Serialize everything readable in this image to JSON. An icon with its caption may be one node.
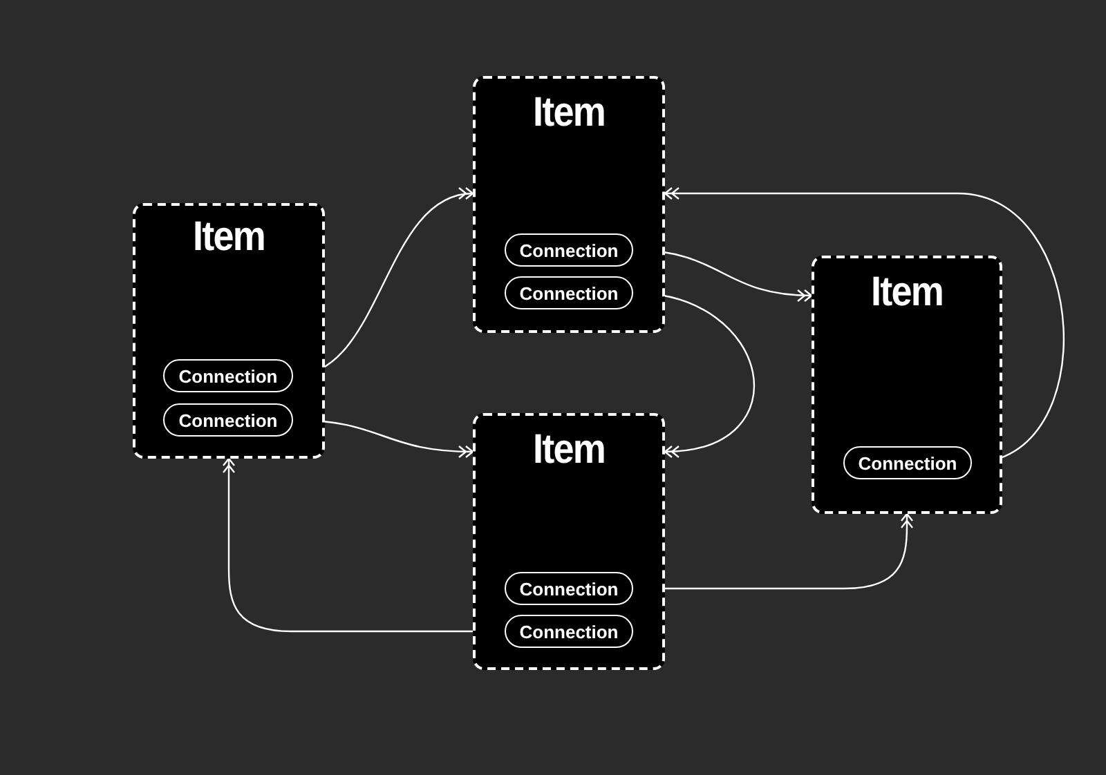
{
  "diagram": {
    "nodes": [
      {
        "text": [
          "Item"
        ]
      },
      {
        "text": [
          "Connection"
        ],
        "in": 0
      },
      {
        "text": [
          "Connection"
        ],
        "in": 0
      },
      {
        "text": [
          "Item"
        ]
      },
      {
        "text": [
          "Connection"
        ],
        "in": 3
      },
      {
        "text": [
          "Connection"
        ],
        "in": 3
      },
      {
        "text": [
          "Item"
        ]
      },
      {
        "text": [
          "Connection"
        ],
        "in": 6
      },
      {
        "text": [
          "Item"
        ]
      },
      {
        "text": [
          "Connection"
        ],
        "in": 8
      },
      {
        "text": [
          "Connection"
        ],
        "in": 8
      }
    ],
    "edges": [
      {
        "from": 4,
        "to": 0,
        "arrow": "to"
      },
      {
        "from": 5,
        "to": 8,
        "arrow": "to"
      },
      {
        "from": 1,
        "to": 6,
        "arrow": "to"
      },
      {
        "from": 2,
        "to": 8,
        "arrow": "to"
      },
      {
        "from": 7,
        "to": 0,
        "arrow": "to"
      },
      {
        "from": 9,
        "to": 6,
        "arrow": "to"
      },
      {
        "from": 10,
        "to": 3,
        "arrow": "to"
      }
    ]
  }
}
